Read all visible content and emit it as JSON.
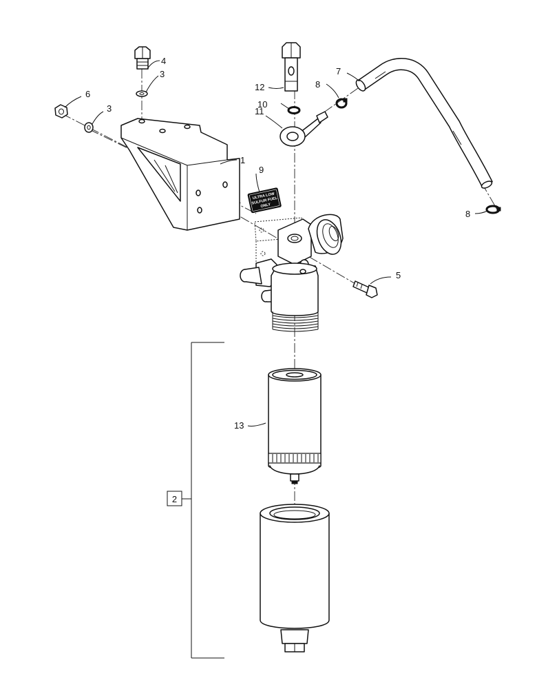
{
  "diagram": {
    "callouts": [
      {
        "id": "c1",
        "text": "1"
      },
      {
        "id": "c2",
        "text": "2"
      },
      {
        "id": "c3a",
        "text": "3"
      },
      {
        "id": "c3b",
        "text": "3"
      },
      {
        "id": "c4",
        "text": "4"
      },
      {
        "id": "c5",
        "text": "5"
      },
      {
        "id": "c6",
        "text": "6"
      },
      {
        "id": "c7",
        "text": "7"
      },
      {
        "id": "c8a",
        "text": "8"
      },
      {
        "id": "c8b",
        "text": "8"
      },
      {
        "id": "c9",
        "text": "9"
      },
      {
        "id": "c10",
        "text": "10"
      },
      {
        "id": "c11",
        "text": "11"
      },
      {
        "id": "c12",
        "text": "12"
      },
      {
        "id": "c13",
        "text": "13"
      }
    ],
    "decal_text": [
      "ULTRA LOW",
      "SULFUR FUEL",
      "ONLY"
    ]
  }
}
